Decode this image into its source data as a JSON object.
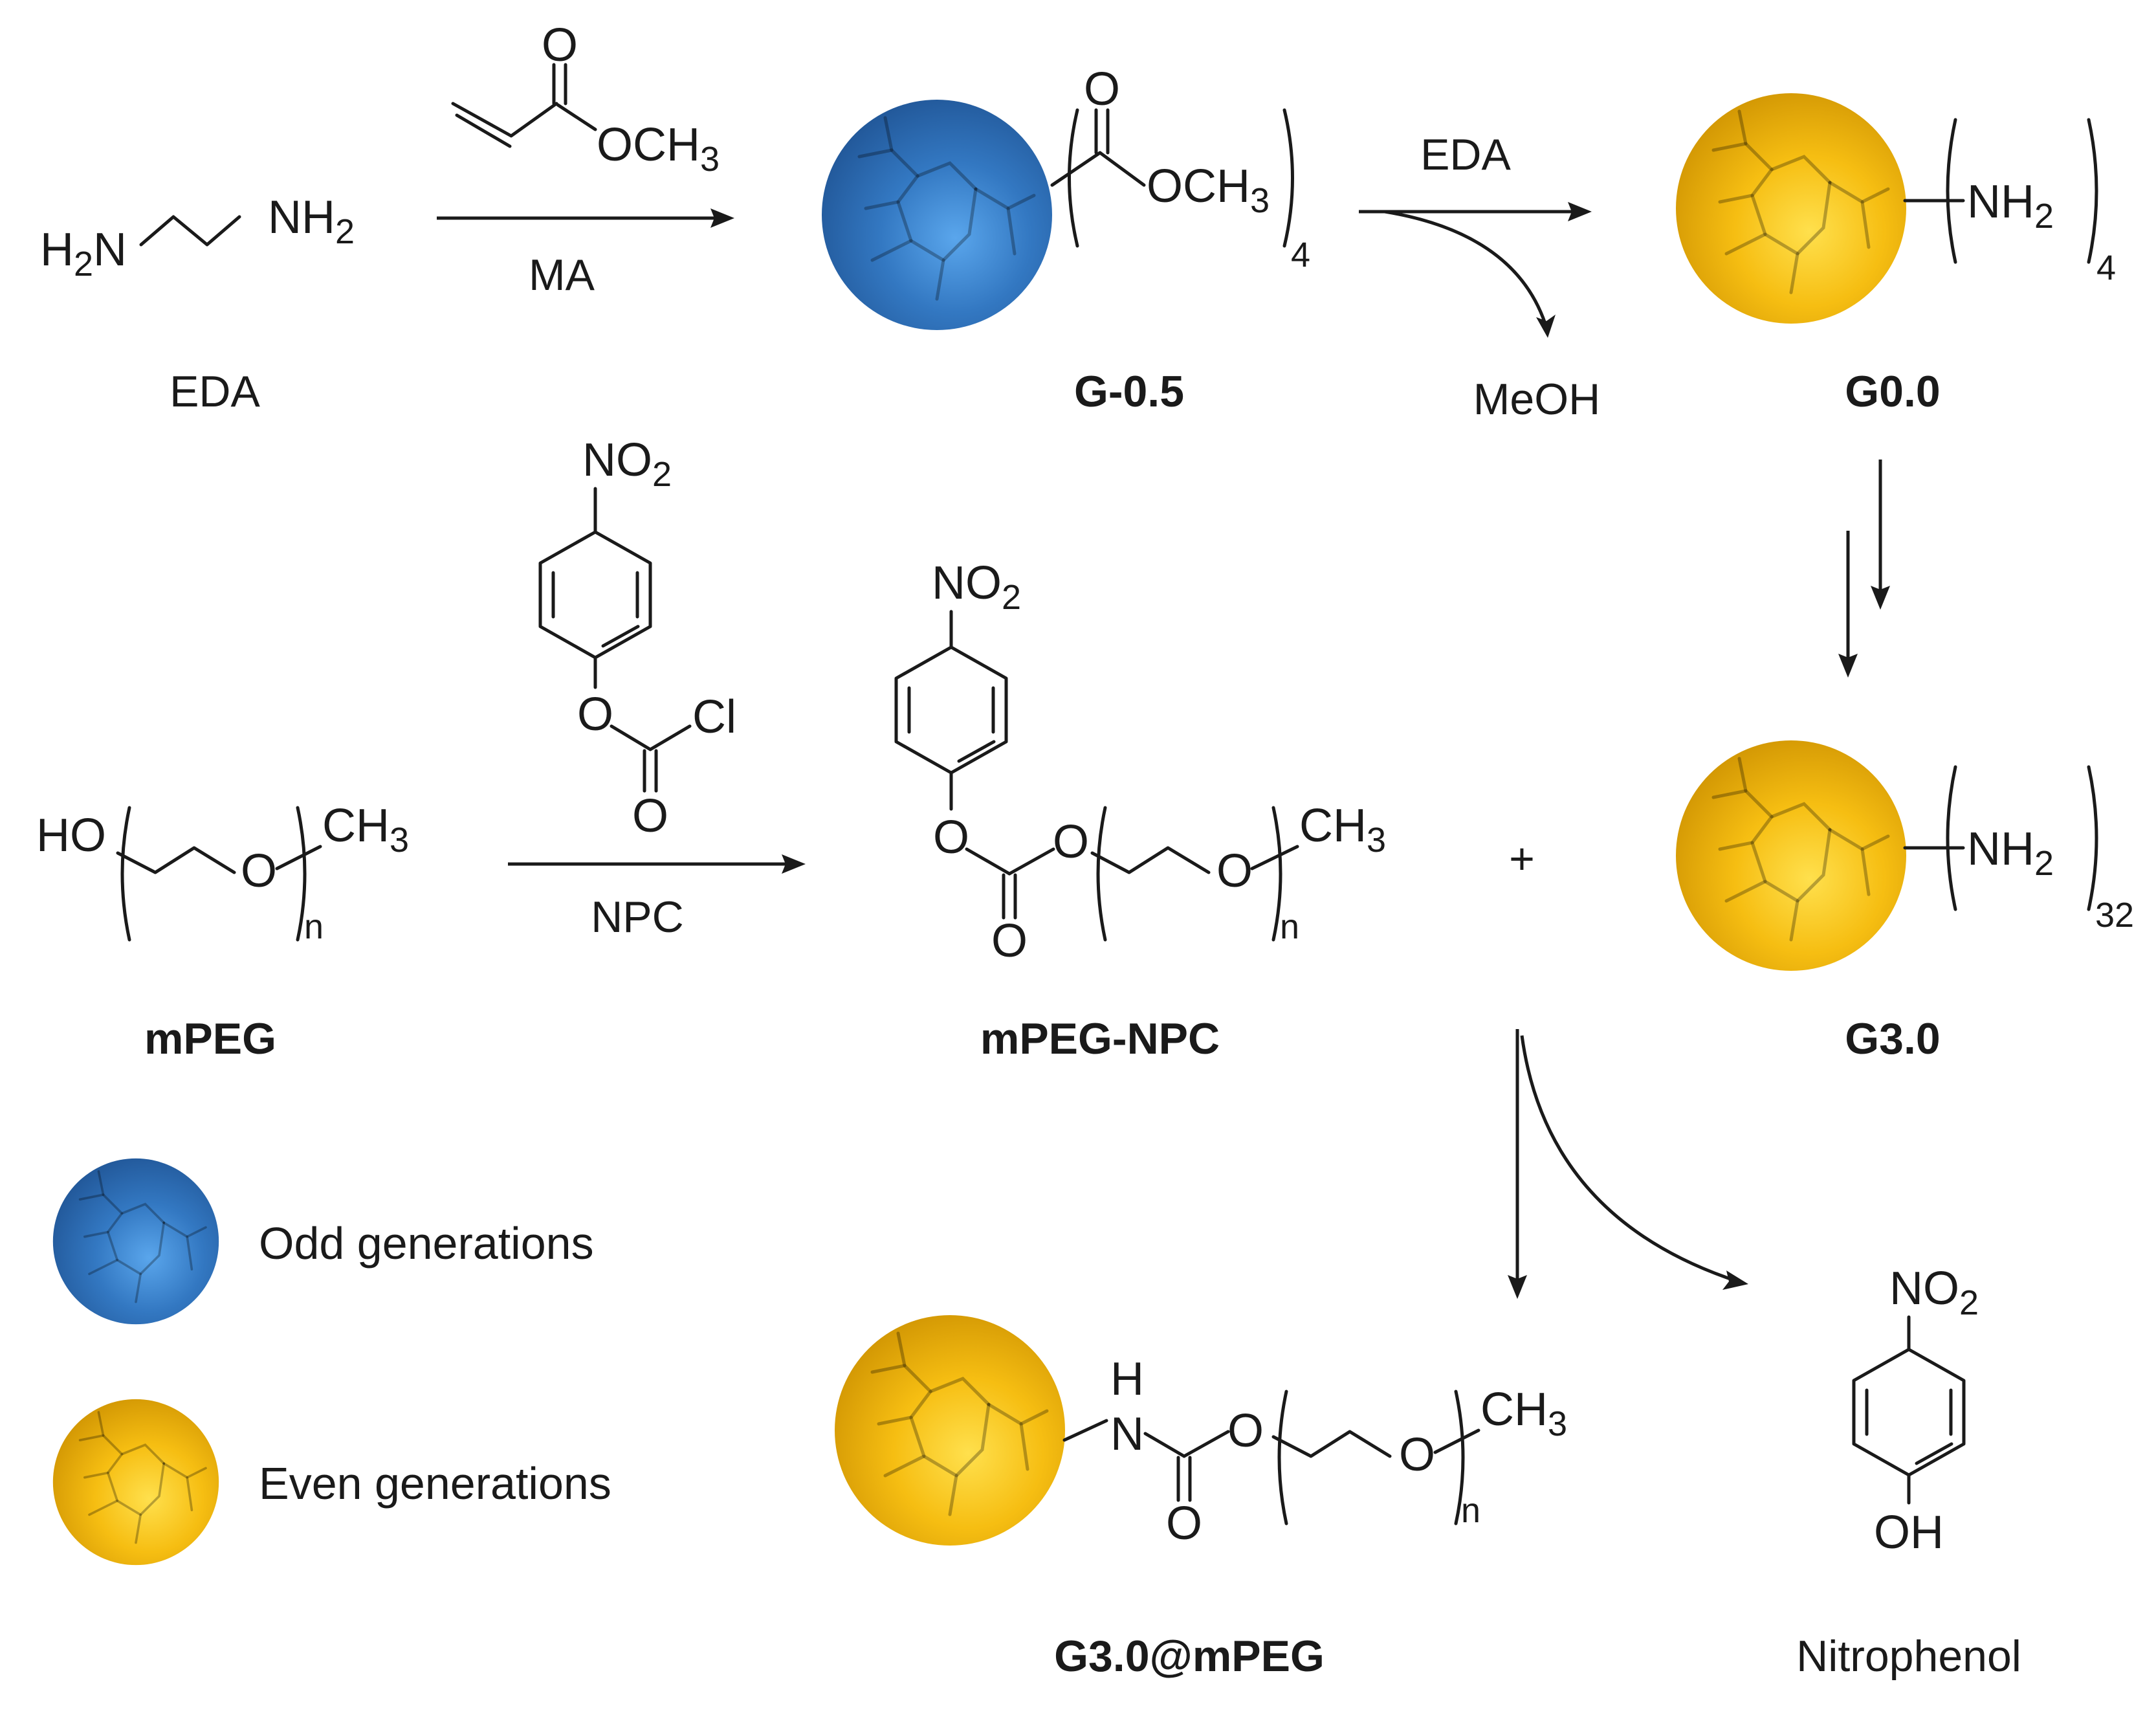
{
  "labels": {
    "eda": "EDA",
    "ma": "MA",
    "g_minus_05": "G-0.5",
    "eda_step": "EDA",
    "meoh": "MeOH",
    "g00": "G0.0",
    "npc": "NPC",
    "mpeg": "mPEG",
    "mpeg_npc": "mPEG-NPC",
    "plus": "+",
    "g30": "G3.0",
    "g30_mpeg": "G3.0@mPEG",
    "nitrophenol": "Nitrophenol"
  },
  "legend": {
    "odd": "Odd generations",
    "even": "Even generations"
  },
  "atoms": {
    "h2n_H": "H",
    "h2n_2": "2",
    "h2n_N": "N",
    "nh2_NH": "NH",
    "nh2_2": "2",
    "o": "O",
    "och3_OCH": "OCH",
    "och3_3": "3",
    "repeat_4": "4",
    "repeat_32": "32",
    "repeat_n": "n",
    "no2_NO": "NO",
    "no2_2": "2",
    "cl": "Cl",
    "ho": "HO",
    "ch3_CH": "CH",
    "ch3_3": "3",
    "h": "H",
    "n": "N",
    "oh": "OH"
  },
  "colors": {
    "odd_sphere": "#2f78c4",
    "even_sphere": "#f2b70a",
    "ink": "#1a1a1a"
  }
}
